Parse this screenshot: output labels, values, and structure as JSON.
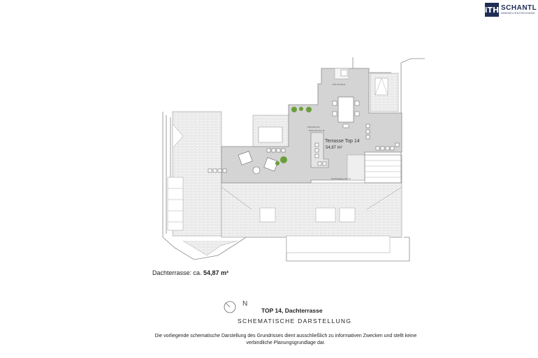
{
  "logo": {
    "mark": "iTH",
    "name": "SCHANTL",
    "sub": "IMMOBILIENTREUHAND"
  },
  "plan": {
    "terrace_label": "Terrasse Top 14",
    "terrace_area": "54,87 m²",
    "small_label_1": "WH Grünland",
    "small_label_2": "Wohnbereich",
    "small_label_3": "Wohnung Top 14",
    "small_label_4": "Dachaufgang Top 14"
  },
  "area_line": {
    "prefix": "Dachterrasse: ca. ",
    "value": "54,87 m²"
  },
  "compass": {
    "label": "N"
  },
  "caption": {
    "title": "TOP 14, Dachterrasse",
    "subtitle": "SCHEMATISCHE DARSTELLUNG",
    "disclaimer": "Die vorliegende schematische Darstellung des Grundrisses dient ausschließlich zu informativen Zwecken und stellt keine verbindliche Planungsgrundlage dar."
  },
  "colors": {
    "terrace_fill": "#d4d4d4",
    "roof_fill": "#f4f4f4",
    "line": "#777777",
    "logo_navy": "#1f2d55"
  }
}
